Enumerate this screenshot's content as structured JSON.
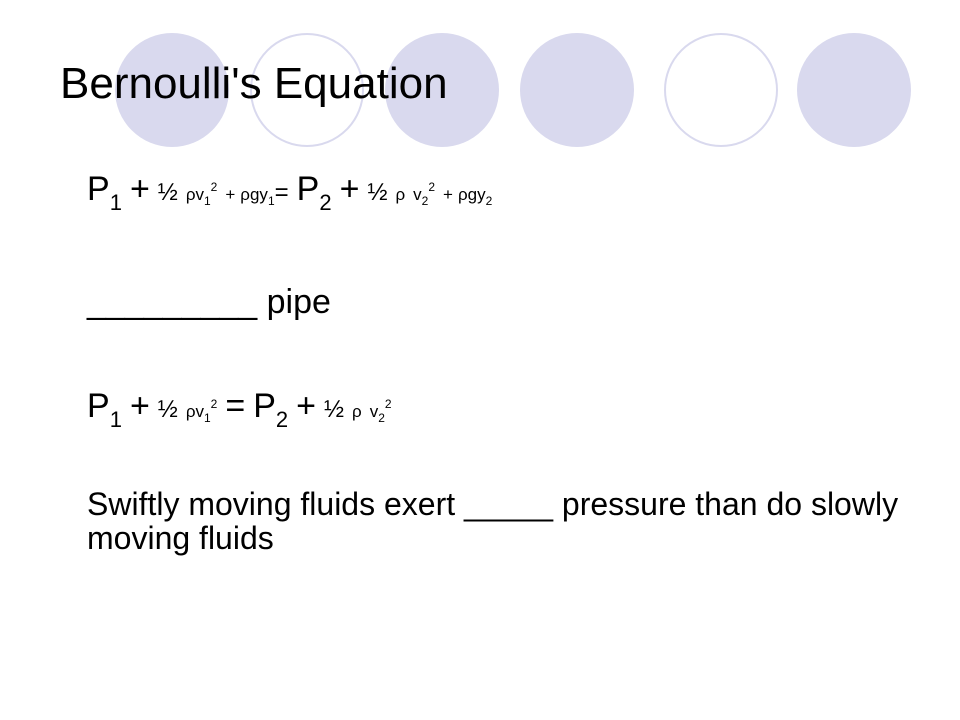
{
  "slide": {
    "title": "Bernoulli's Equation",
    "eq1": {
      "P": "P",
      "one": "1",
      "two": "2",
      "plus": "+",
      "half": "½",
      "rho": "ρ",
      "v": "v",
      "sq": "2",
      "gy": "gy",
      "equals": "="
    },
    "blank_line": "_________ pipe",
    "eq2": {
      "P": "P",
      "one": "1",
      "two": "2",
      "plus": "+",
      "half": "½",
      "rho": "ρ",
      "v": "v",
      "sq": "2",
      "equals": "="
    },
    "statement": "Swiftly moving fluids exert _____ pressure than do slowly moving fluids"
  },
  "colors": {
    "circle": "#d9d9ee",
    "text": "#000000",
    "background": "#ffffff"
  }
}
